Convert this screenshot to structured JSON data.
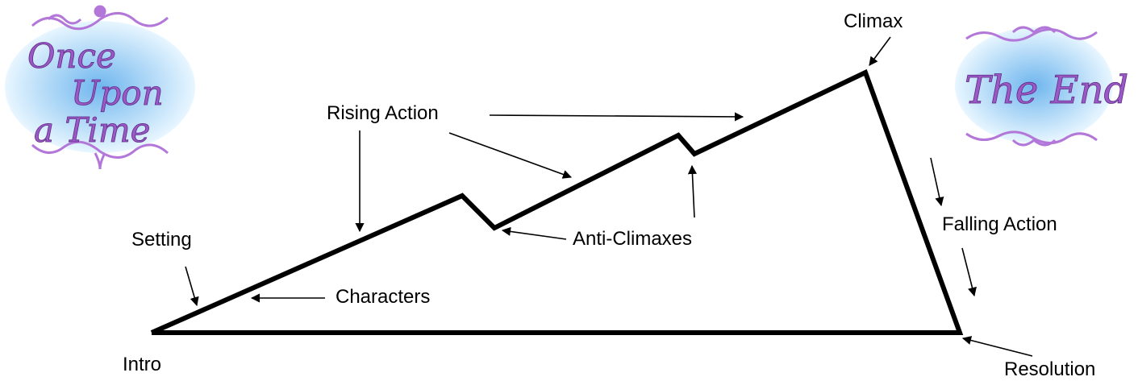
{
  "labels": {
    "intro": "Intro",
    "setting": "Setting",
    "characters": "Characters",
    "rising_action": "Rising Action",
    "anti_climaxes": "Anti-Climaxes",
    "climax": "Climax",
    "falling_action": "Falling Action",
    "resolution": "Resolution"
  },
  "logos": {
    "start": {
      "line1": "Once",
      "line2": "Upon",
      "line3": "a Time"
    },
    "end": {
      "text": "The End"
    }
  },
  "colors": {
    "plot_line": "#000000",
    "logo_fill_light": "#e8f6ff",
    "logo_fill_dark": "#6fb6ee",
    "logo_ornament": "#b277d8"
  }
}
